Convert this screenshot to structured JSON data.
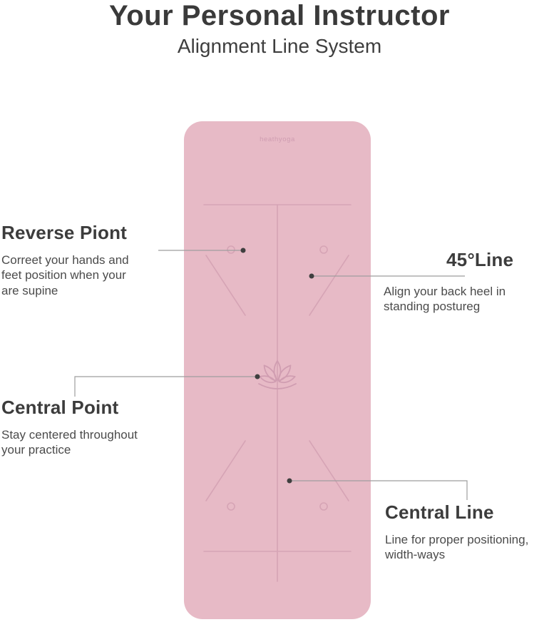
{
  "header": {
    "title": "Your Personal Instructor",
    "subtitle": "Alignment Line System"
  },
  "mat": {
    "brand": "heathyoga"
  },
  "callouts": [
    {
      "id": "reverse-point",
      "heading": "Reverse Piont",
      "body": "Correet your hands and\nfeet position when your\nare supine"
    },
    {
      "id": "45-line",
      "heading": "45°Line",
      "body": "Align your back heel in\nstanding postureg"
    },
    {
      "id": "central-point",
      "heading": "Central Point",
      "body": "Stay centered throughout\nyour practice"
    },
    {
      "id": "central-line",
      "heading": "Central Line",
      "body": "Line for proper positioning,\nwidth-ways"
    }
  ],
  "colors": {
    "mat_pink": "#e7bac6",
    "mat_line": "#d6a4b5",
    "brand": "#d09db1",
    "leader": "#9e9e9e",
    "dot": "#3f3f3f",
    "heading_text": "#3c3c3c",
    "body_text": "#4b4b4b"
  }
}
